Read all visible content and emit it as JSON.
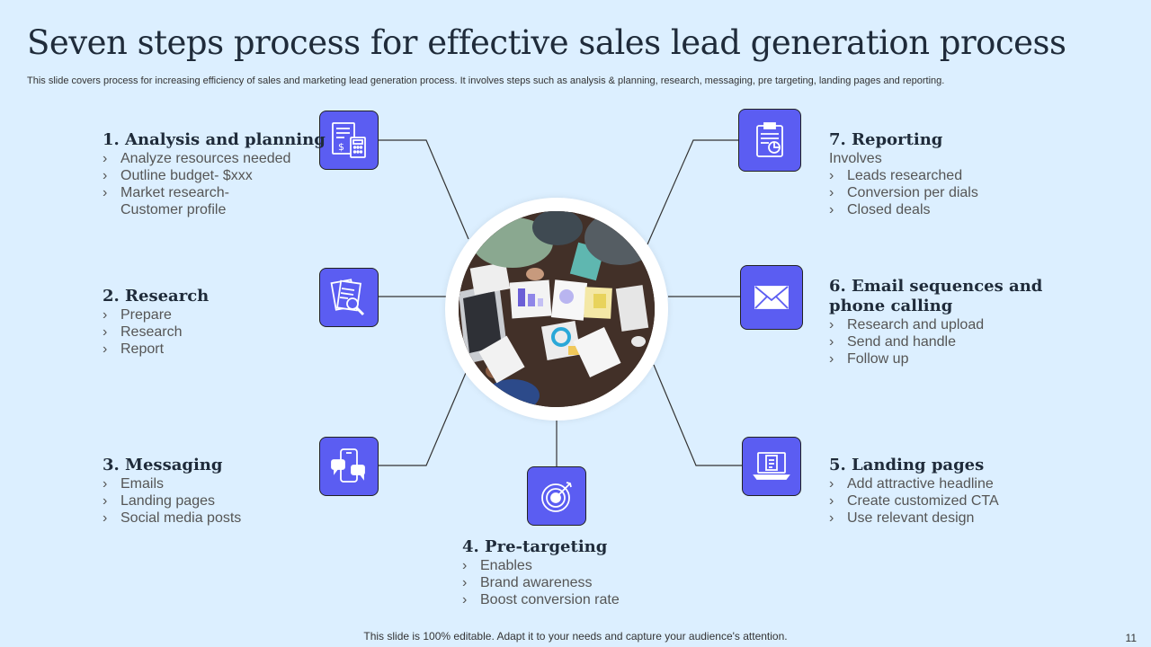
{
  "title": "Seven steps process for effective sales lead generation process",
  "subtitle": "This slide covers process for increasing efficiency of sales and marketing lead generation process. It involves steps such as analysis & planning, research, messaging, pre targeting, landing pages and reporting.",
  "colors": {
    "background": "#dcefff",
    "icon_box": "#5b5df2",
    "title": "#1f2b3a"
  },
  "steps": [
    {
      "title": "1. Analysis and planning",
      "icon": "calculator-document-icon",
      "items": [
        "Analyze resources needed",
        "Outline budget- $xxx",
        "Market research-",
        "Customer profile"
      ]
    },
    {
      "title": "2. Research",
      "icon": "document-search-icon",
      "items": [
        "Prepare",
        "Research",
        "Report"
      ]
    },
    {
      "title": "3. Messaging",
      "icon": "phone-chat-icon",
      "items": [
        "Emails",
        "Landing pages",
        "Social media posts"
      ]
    },
    {
      "title": "4. Pre-targeting",
      "icon": "target-icon",
      "items": [
        "Enables",
        "Brand awareness",
        "Boost conversion rate"
      ]
    },
    {
      "title": "5. Landing pages",
      "icon": "laptop-clipboard-icon",
      "items": [
        "Add attractive headline",
        "Create customized CTA",
        "Use relevant design"
      ]
    },
    {
      "title": "6. Email sequences and phone calling",
      "icon": "envelope-icon",
      "items": [
        "Research and upload",
        "Send and handle",
        "Follow up"
      ]
    },
    {
      "title": "7. Reporting",
      "icon": "clipboard-chart-icon",
      "lead": "Involves",
      "items": [
        "Leads researched",
        "Conversion per dials",
        "Closed deals"
      ]
    }
  ],
  "footer": "This slide is 100% editable. Adapt it to your needs and capture your audience's attention.",
  "page_number": "11"
}
